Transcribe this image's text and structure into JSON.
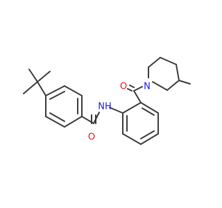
{
  "colors": {
    "bond": "#3a3a3a",
    "oxygen": "#e8131b",
    "nitrogen": "#1919e6",
    "background": "#ffffff"
  },
  "atoms": {
    "amide_nh": {
      "label": "NH",
      "element": "N"
    },
    "amide_o": {
      "label": "O",
      "element": "O"
    },
    "ketone_o": {
      "label": "O",
      "element": "O"
    },
    "piperidine_n": {
      "label": "N",
      "element": "N"
    }
  }
}
